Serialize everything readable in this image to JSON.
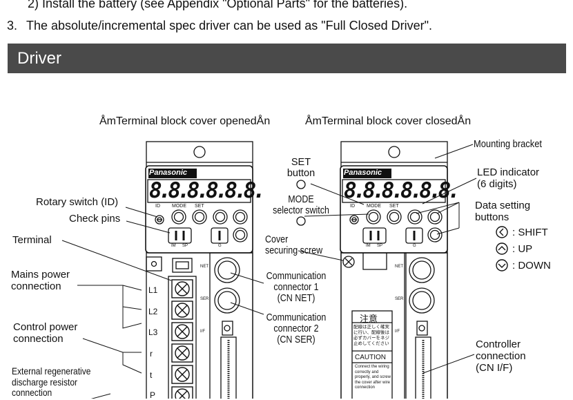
{
  "intro": {
    "line2": "2) Install the battery (see Appendix \"Optional Parts\" for the batteries).",
    "line3_num": "3.",
    "line3": "The absolute/incremental spec driver can be used as \"Full Closed Driver\"."
  },
  "section_title": "Driver",
  "captions": {
    "opened": "ÅmTerminal block cover openedÅn",
    "closed": "ÅmTerminal block cover closedÅn"
  },
  "panel": {
    "brand": "Panasonic",
    "display": "8.8.8.8.8.8.",
    "id_label": "ID",
    "mode_label": "MODE",
    "set_label": "SET",
    "im_label": "IM",
    "sp_label": "SP",
    "g_label": "G",
    "net_label": "NET",
    "ser_label": "SER",
    "if_label": "I/F",
    "terminals": [
      "L1",
      "L2",
      "L3",
      "r",
      "t",
      "P"
    ],
    "warn_jp_title": "注意",
    "warn_jp_text": "配線は正しく確実に行い、配線後は必ずカバーをネジ止めしてください",
    "caution_title": "CAUTION",
    "caution_text": "Connect the wiring correctly and properly, and screw the cover after wire connection"
  },
  "labels": {
    "rotary_switch": "Rotary switch (ID)",
    "check_pins": "Check pins",
    "terminal": "Terminal",
    "mains_power": [
      "Mains power",
      "connection"
    ],
    "control_power": [
      "Control power",
      "connection"
    ],
    "ext_regen": [
      "External regenerative",
      "discharge resistor",
      "connection"
    ],
    "set_button": [
      "SET",
      "button"
    ],
    "mode_switch": [
      "MODE",
      "selector switch"
    ],
    "cover_screw": [
      "Cover",
      "securing screw"
    ],
    "comm1": [
      "Communication",
      "connector 1",
      "(CN NET)"
    ],
    "comm2": [
      "Communication",
      "connector 2",
      "(CN SER)"
    ],
    "mounting_bracket": "Mounting bracket",
    "led_indicator": [
      "LED indicator",
      "(6 digits)"
    ],
    "data_setting": [
      "Data setting",
      "buttons"
    ],
    "shift": ": SHIFT",
    "up": ": UP",
    "down": ": DOWN",
    "controller": [
      "Controller",
      "connection",
      "(CN I/F)"
    ]
  }
}
